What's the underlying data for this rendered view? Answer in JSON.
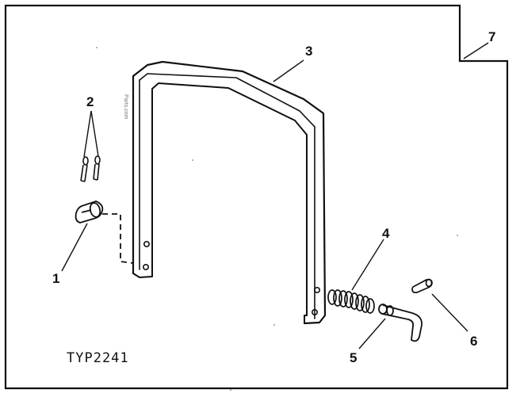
{
  "diagram": {
    "callouts": {
      "c1": "1",
      "c2": "2",
      "c3": "3",
      "c4": "4",
      "c5": "5",
      "c6": "6",
      "c7": "7"
    },
    "figure_code": "TYP2241",
    "watermark": "Parts.com"
  },
  "colors": {
    "ink": "#111111",
    "paper": "#ffffff"
  }
}
